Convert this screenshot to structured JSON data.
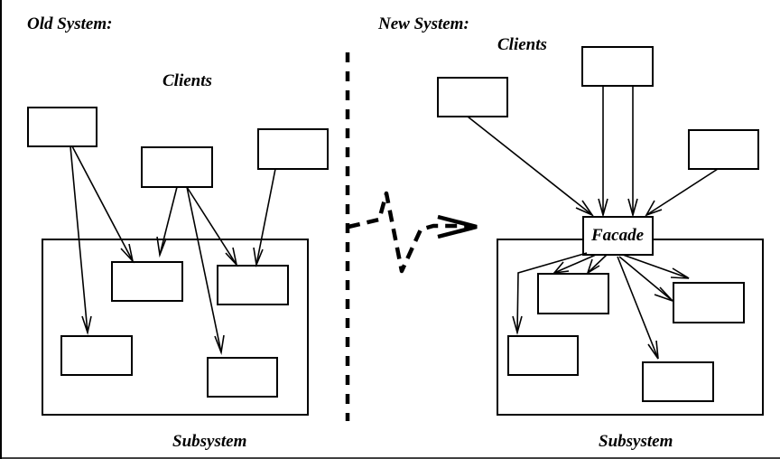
{
  "old_system": {
    "heading": "Old System:",
    "clients_label": "Clients",
    "subsystem_label": "Subsystem"
  },
  "new_system": {
    "heading": "New System:",
    "clients_label": "Clients",
    "facade_label": "Facade",
    "subsystem_label": "Subsystem"
  }
}
